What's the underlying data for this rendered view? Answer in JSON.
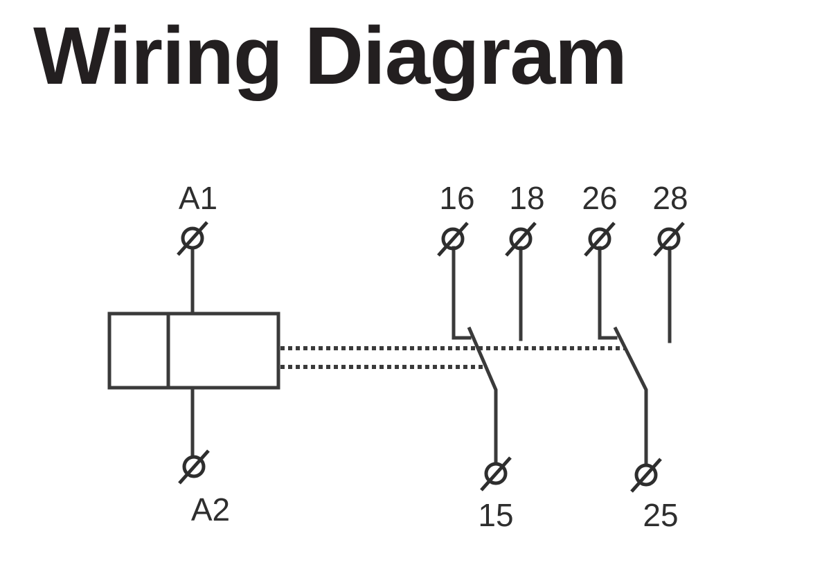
{
  "title": "Wiring Diagram",
  "terminals": {
    "a1": "A1",
    "a2": "A2",
    "t16": "16",
    "t18": "18",
    "t26": "26",
    "t28": "28",
    "t15": "15",
    "t25": "25"
  },
  "colors": {
    "line": "#3a3a3a",
    "title": "#231f20",
    "background": "#ffffff"
  }
}
